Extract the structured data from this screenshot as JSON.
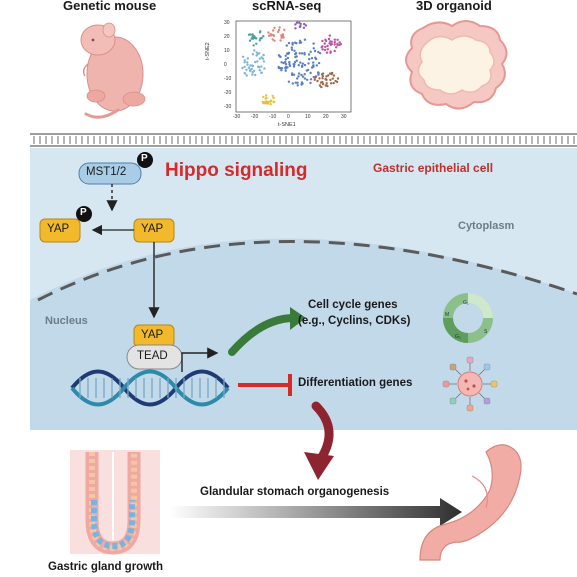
{
  "headers": {
    "mouse": "Genetic mouse",
    "scrna": "scRNA-seq",
    "organoid": "3D organoid"
  },
  "tsne": {
    "xlabel": "t-SNE1",
    "ylabel": "t-SNE2",
    "xticks": [
      "-30",
      "-20",
      "-10",
      "0",
      "10",
      "20",
      "30"
    ],
    "yticks": [
      "30",
      "20",
      "10",
      "0",
      "-10",
      "-20",
      "-30"
    ]
  },
  "pathway": {
    "title": "Hippo signaling",
    "cell_label": "Gastric epithelial cell",
    "cytoplasm_label": "Cytoplasm",
    "nucleus_label": "Nucleus",
    "mst_label": "MST1/2",
    "p_label": "P",
    "yap_label": "YAP",
    "tead_label": "TEAD",
    "cell_cycle_line1": "Cell cycle genes",
    "cell_cycle_line2": "(e.g., Cyclins, CDKs)",
    "differentiation_label": "Differentiation genes",
    "cycle_phases": [
      "G₁",
      "S",
      "G₂",
      "M"
    ]
  },
  "bottom": {
    "gland_label": "Gastric gland growth",
    "organogenesis_label": "Glandular stomach organogenesis"
  },
  "colors": {
    "cell_bg": "#d6e7f2",
    "nucleus_bg": "#c2d9ea",
    "yap_fill": "#f1b92b",
    "mst_fill": "#a9cde6",
    "title_red": "#d42a2a",
    "green_arrow": "#3a7a3a",
    "inhibit_red": "#d42a2a",
    "dark_red_arrow": "#8e2430"
  }
}
